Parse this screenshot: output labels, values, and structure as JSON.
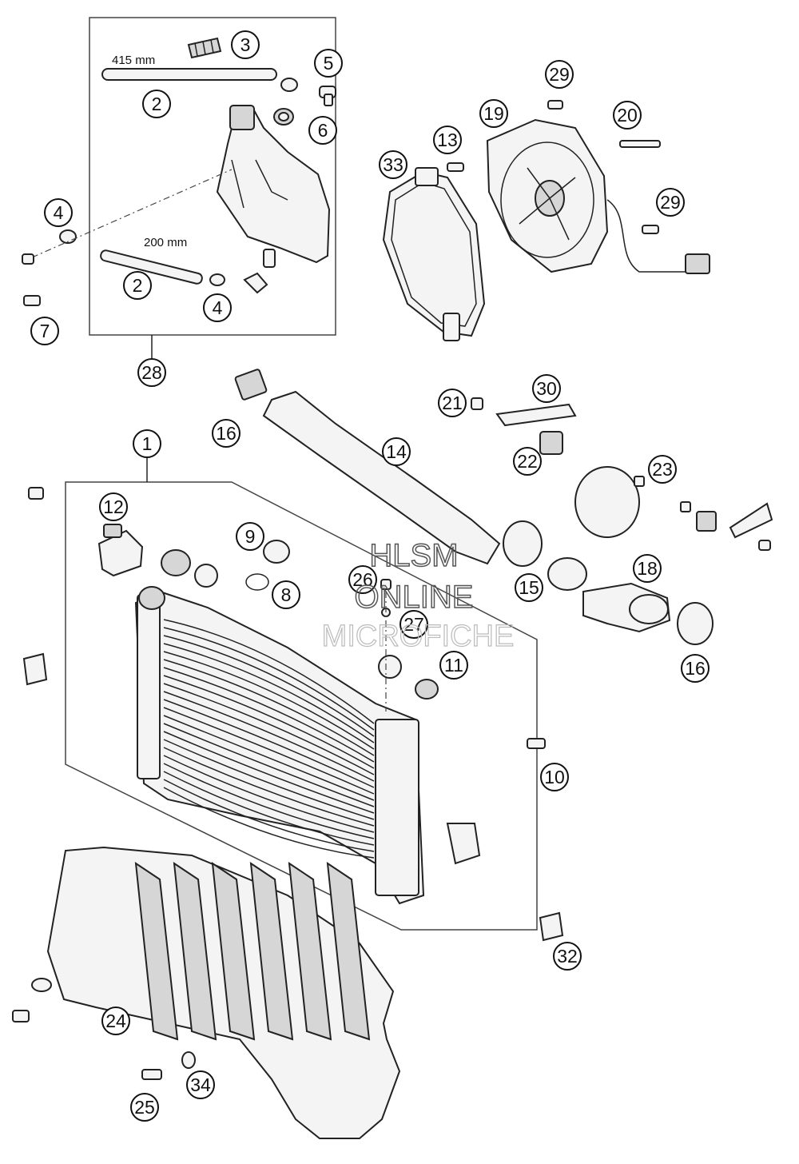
{
  "callouts": {
    "c1": "1",
    "c2a": "2",
    "c2b": "2",
    "c3": "3",
    "c4a": "4",
    "c4b": "4",
    "c5": "5",
    "c6": "6",
    "c7": "7",
    "c8": "8",
    "c9": "9",
    "c10": "10",
    "c11": "11",
    "c12": "12",
    "c13": "13",
    "c14": "14",
    "c15": "15",
    "c16a": "16",
    "c16b": "16",
    "c18": "18",
    "c19": "19",
    "c20": "20",
    "c21": "21",
    "c22": "22",
    "c23": "23",
    "c24": "24",
    "c25": "25",
    "c26": "26",
    "c27": "27",
    "c28": "28",
    "c29a": "29",
    "c29b": "29",
    "c30": "30",
    "c32": "32",
    "c33": "33",
    "c34": "34"
  },
  "dimensions": {
    "hose_long": "415 mm",
    "hose_short": "200 mm"
  },
  "watermark": {
    "line1": "HLSM",
    "line2": "ONLINE",
    "line3": "MICROFICHE"
  }
}
